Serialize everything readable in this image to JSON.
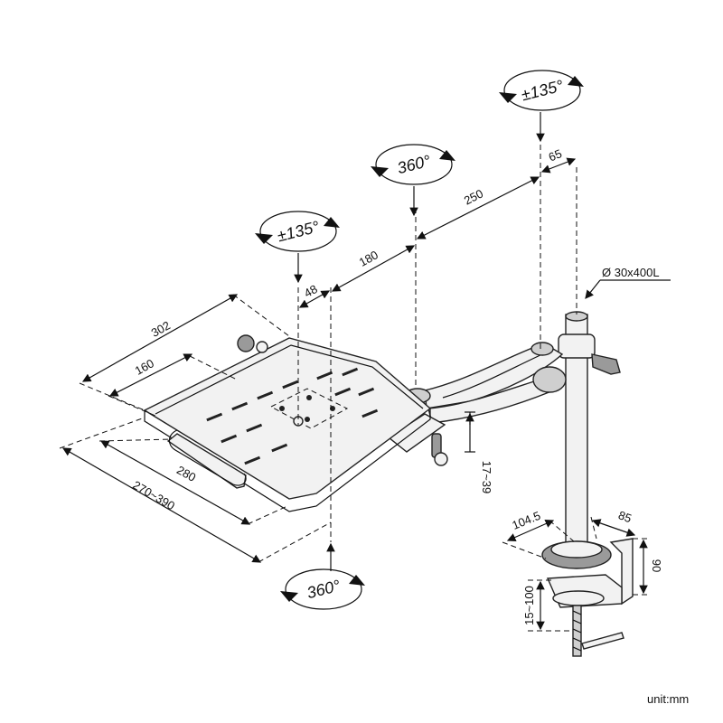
{
  "colors": {
    "line": "#111111",
    "metal_light": "#f2f2f2",
    "metal_mid": "#cfcfcf",
    "metal_dark": "#9a9a9a"
  },
  "rotations": {
    "top_pole": "±135°",
    "mid_joint": "360°",
    "tray_joint": "±135°",
    "tray_bottom": "360°"
  },
  "dimensions": {
    "d65": "65",
    "d250": "250",
    "d180": "180",
    "d48": "48",
    "d302": "302",
    "d160": "160",
    "d280": "280",
    "d270_390": "270~390",
    "d17_39": "17~39",
    "pole": "Ø 30x400L",
    "d104_5": "104.5",
    "d85": "85",
    "d90": "90",
    "d15_100": "15~100"
  },
  "unit_label": "unit:mm"
}
